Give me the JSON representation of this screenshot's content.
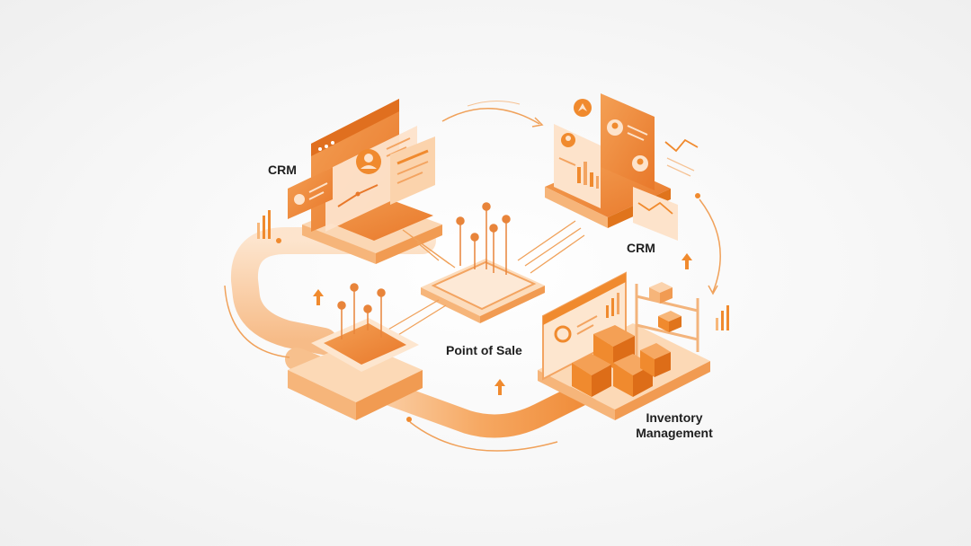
{
  "labels": {
    "crm_left": "CRM",
    "crm_right": "CRM",
    "pos": "Point of Sale",
    "inventory_line1": "Inventory",
    "inventory_line2": "Management"
  },
  "colors": {
    "orange": "#f08a2e",
    "orange_dark": "#e0741c",
    "orange_light": "#f7b77a",
    "peach": "#fbd9b8",
    "cream": "#fde9d6",
    "text": "#1f1f1f"
  },
  "icons": [
    "user-avatar-icon",
    "bar-chart-icon",
    "line-chart-icon",
    "box-icon",
    "shelf-icon",
    "arrow-up-icon",
    "cursor-icon"
  ]
}
